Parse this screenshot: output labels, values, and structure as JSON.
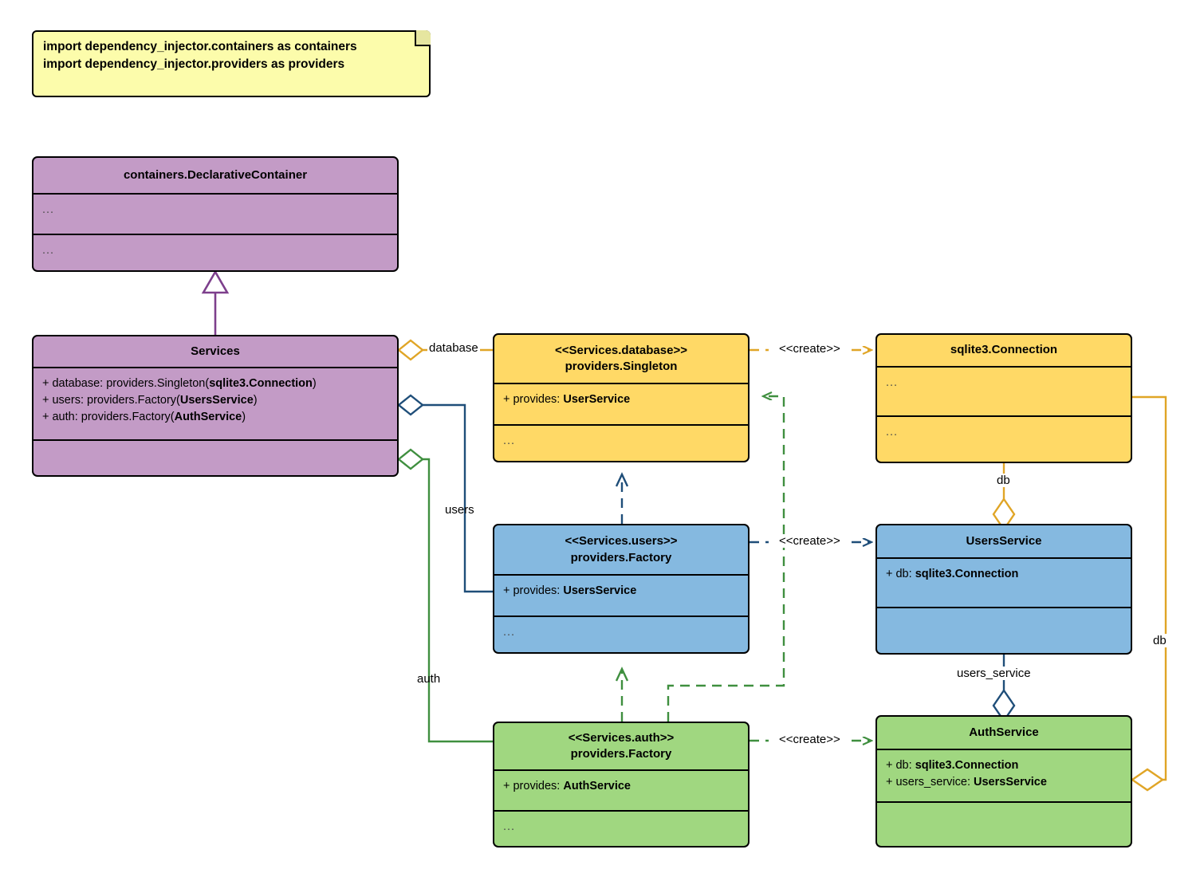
{
  "diagram": {
    "title": "dependency_injector containers UML class diagram",
    "note": {
      "line1": "import dependency_injector.containers as containers",
      "line2": "import dependency_injector.providers as providers"
    },
    "colors": {
      "note_fill": "#fcfcab",
      "purple": "#c39bc6",
      "yellow": "#ffd966",
      "blue": "#85b9e0",
      "green": "#a0d780",
      "purple_edge": "#7d3f8c",
      "gold_edge": "#e0a526",
      "blue_edge": "#1f4e79",
      "green_edge": "#3f8f3f",
      "outline": "#000000"
    },
    "classes": {
      "declarative_container": {
        "name": "containers.DeclarativeContainer",
        "attributes": [
          "..."
        ],
        "operations": [
          "..."
        ]
      },
      "services": {
        "name": "Services",
        "attributes": [
          "+ database: providers.Singleton(sqlite3.Connection)",
          "+ users: providers.Factory(UsersService)",
          "+ auth: providers.Factory(AuthService)"
        ],
        "attributes_parts": [
          {
            "plain": "+ database: providers.Singleton(",
            "bold": "sqlite3.Connection",
            "tail": ")"
          },
          {
            "plain": "+ users: providers.Factory(",
            "bold": "UsersService",
            "tail": ")"
          },
          {
            "plain": "+ auth: providers.Factory(",
            "bold": "AuthService",
            "tail": ")"
          }
        ],
        "operations": []
      },
      "services_database": {
        "stereotype": "<<Services.database>>",
        "name": "providers.Singleton",
        "attribute": {
          "plain": "+ provides: ",
          "bold": "UserService"
        },
        "operations": "..."
      },
      "services_users": {
        "stereotype": "<<Services.users>>",
        "name": "providers.Factory",
        "attribute": {
          "plain": "+ provides: ",
          "bold": "UsersService"
        },
        "operations": "..."
      },
      "services_auth": {
        "stereotype": "<<Services.auth>>",
        "name": "providers.Factory",
        "attribute": {
          "plain": "+ provides: ",
          "bold": "AuthService"
        },
        "operations": "..."
      },
      "sqlite_connection": {
        "name": "sqlite3.Connection",
        "attributes": "...",
        "operations": "..."
      },
      "users_service": {
        "name": "UsersService",
        "attribute": {
          "plain": "+ db: ",
          "bold": "sqlite3.Connection"
        },
        "operations": ""
      },
      "auth_service": {
        "name": "AuthService",
        "attribute1": {
          "plain": "+ db: ",
          "bold": "sqlite3.Connection"
        },
        "attribute2": {
          "plain": "+ users_service: ",
          "bold": "UsersService"
        },
        "operations": ""
      }
    },
    "edges": {
      "database_label": "database",
      "users_label": "users",
      "auth_label": "auth",
      "db_label": "db",
      "db_label_right": "db",
      "users_service_label": "users_service",
      "create_database": "<<create>>",
      "create_users": "<<create>>",
      "create_auth": "<<create>>"
    }
  }
}
